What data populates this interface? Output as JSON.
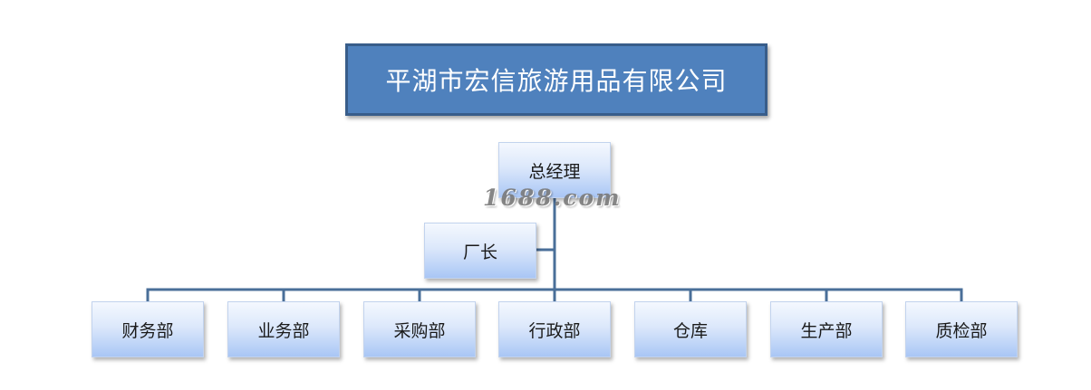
{
  "company": {
    "name": "平湖市宏信旅游用品有限公司"
  },
  "chart": {
    "root": "总经理",
    "assistant": "厂长",
    "departments": [
      "财务部",
      "业务部",
      "采购部",
      "行政部",
      "仓库",
      "生产部",
      "质检部"
    ]
  },
  "watermark": {
    "text": "1688.com"
  },
  "colors": {
    "title_fill": "#4f81bd",
    "title_border": "#385d8a",
    "connector": "#4a6f99",
    "node_top": "#f4f8fe",
    "node_bottom": "#a9c6f5"
  }
}
